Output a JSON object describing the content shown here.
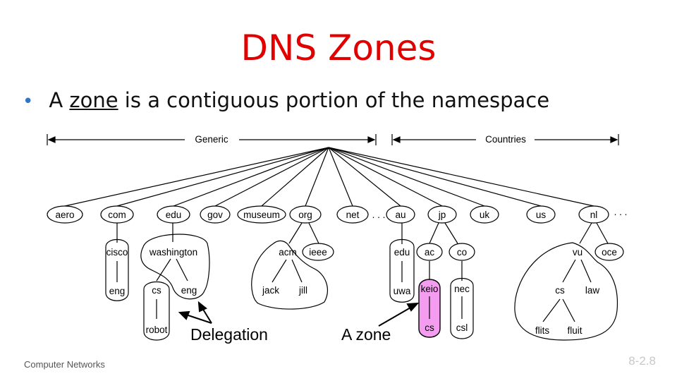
{
  "title": "DNS Zones",
  "bullet": {
    "prefix": "A ",
    "term": "zone",
    "suffix": " is a contiguous portion of the namespace"
  },
  "headers": {
    "generic": "Generic",
    "countries": "Countries"
  },
  "tld_nodes": [
    {
      "id": "aero",
      "label": "aero"
    },
    {
      "id": "com",
      "label": "com"
    },
    {
      "id": "edu",
      "label": "edu"
    },
    {
      "id": "gov",
      "label": "gov"
    },
    {
      "id": "museum",
      "label": "museum"
    },
    {
      "id": "org",
      "label": "org"
    },
    {
      "id": "net",
      "label": "net"
    },
    {
      "id": "au",
      "label": "au"
    },
    {
      "id": "jp",
      "label": "jp"
    },
    {
      "id": "uk",
      "label": "uk"
    },
    {
      "id": "us",
      "label": "us"
    },
    {
      "id": "nl",
      "label": "nl"
    }
  ],
  "sub_nodes": [
    {
      "id": "cisco",
      "label": "cisco"
    },
    {
      "id": "eng1",
      "label": "eng"
    },
    {
      "id": "washington",
      "label": "washington"
    },
    {
      "id": "cs1",
      "label": "cs"
    },
    {
      "id": "eng2",
      "label": "eng"
    },
    {
      "id": "robot",
      "label": "robot"
    },
    {
      "id": "acm",
      "label": "acm"
    },
    {
      "id": "ieee",
      "label": "ieee"
    },
    {
      "id": "jack",
      "label": "jack"
    },
    {
      "id": "jill",
      "label": "jill"
    },
    {
      "id": "edu2",
      "label": "edu"
    },
    {
      "id": "uwa",
      "label": "uwa"
    },
    {
      "id": "ac",
      "label": "ac"
    },
    {
      "id": "co",
      "label": "co"
    },
    {
      "id": "keio",
      "label": "keio"
    },
    {
      "id": "cs2",
      "label": "cs"
    },
    {
      "id": "nec",
      "label": "nec"
    },
    {
      "id": "csl",
      "label": "csl"
    },
    {
      "id": "vu",
      "label": "vu"
    },
    {
      "id": "oce",
      "label": "oce"
    },
    {
      "id": "cs3",
      "label": "cs"
    },
    {
      "id": "law",
      "label": "law"
    },
    {
      "id": "flits",
      "label": "flits"
    },
    {
      "id": "fluit",
      "label": "fluit"
    }
  ],
  "ellipsis": ". . .",
  "callouts": {
    "delegation": "Delegation",
    "zone": "A zone"
  },
  "highlight_color": "#f39cf0",
  "footer": {
    "course": "Computer Networks",
    "slide_number": "8-2.8"
  }
}
